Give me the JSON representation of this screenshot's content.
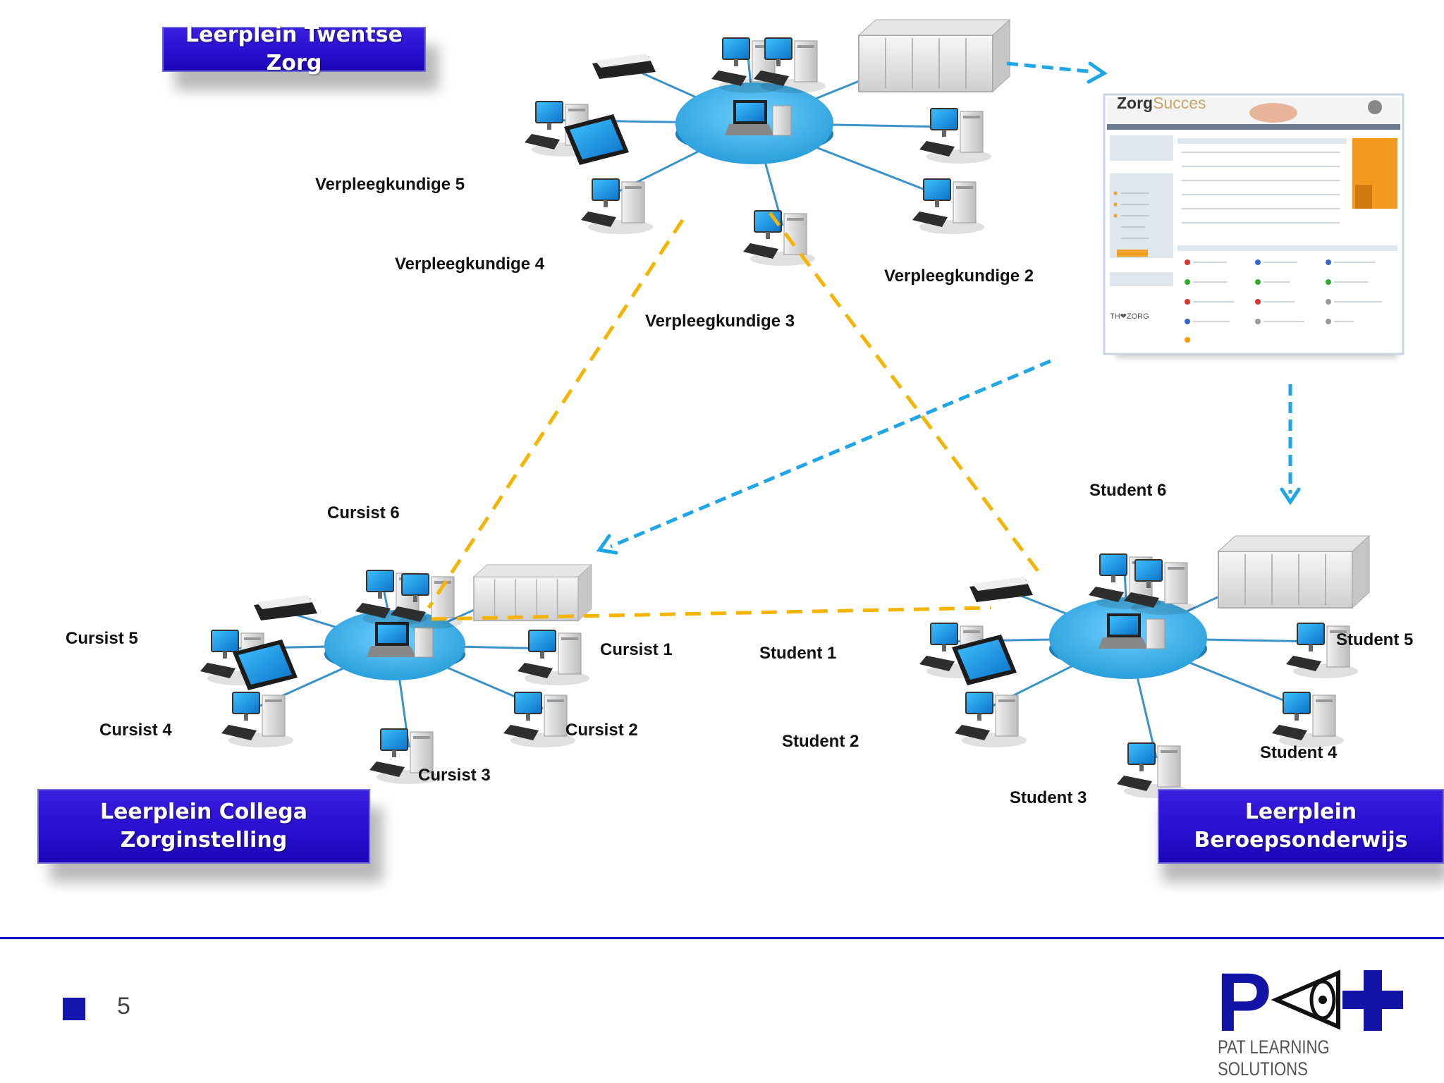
{
  "titles": {
    "twentse": "Leerplein Twentse Zorg",
    "collega_line1": "Leerplein Collega",
    "collega_line2": "Zorginstelling",
    "beroeps_line1": "Leerplein",
    "beroeps_line2": "Beroepsonderwijs"
  },
  "labels": {
    "verpleeg5": "Verpleegkundige  5",
    "verpleeg4": "Verpleegkundige  4",
    "verpleeg3": "Verpleegkundige  3",
    "verpleeg2": "Verpleegkundige  2",
    "cursist6": "Cursist 6",
    "cursist5": "Cursist 5",
    "cursist4": "Cursist 4",
    "cursist3": "Cursist 3",
    "cursist2": "Cursist 2",
    "cursist1": "Cursist 1",
    "student1": "Student 1",
    "student2": "Student 2",
    "student3": "Student 3",
    "student4": "Student 4",
    "student5": "Student 5",
    "student6": "Student 6"
  },
  "website": {
    "logo_word1": "Zorg",
    "logo_word2": "Succes",
    "brand_tag": "TH❤ZORG"
  },
  "footer": {
    "page_number": "5",
    "brand_letters": "P",
    "brand_name": "PAT LEARNING SOLUTIONS"
  },
  "colors": {
    "title_box": "#2a0fd0",
    "orange_dash": "#f4b400",
    "blue_dash": "#1ea6e6",
    "hub": "#3bb2e8",
    "footer_line": "#1010b8",
    "brand_blue": "#1313a6"
  }
}
